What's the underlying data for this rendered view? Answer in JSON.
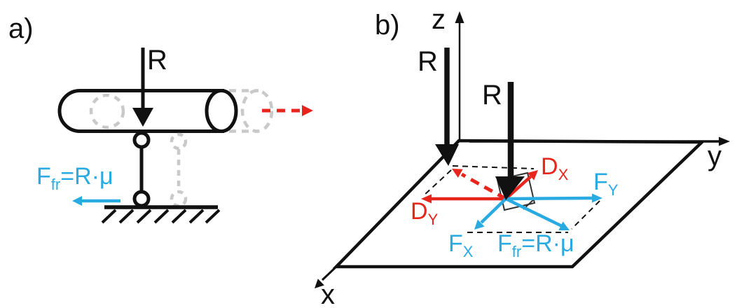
{
  "panel_a": {
    "label": "a)",
    "normal_force_label": "R",
    "friction_formula": {
      "base": "F",
      "sub": "fr",
      "tail": "=R·μ"
    }
  },
  "panel_b": {
    "label": "b)",
    "axis_x_label": "x",
    "axis_y_label": "y",
    "axis_z_label": "z",
    "reaction_left_label": "R",
    "reaction_center_label": "R",
    "displacement_x": {
      "base": "D",
      "sub": "X"
    },
    "displacement_y": {
      "base": "D",
      "sub": "Y"
    },
    "force_x": {
      "base": "F",
      "sub": "X"
    },
    "force_y": {
      "base": "F",
      "sub": "Y"
    },
    "friction_formula": {
      "base": "F",
      "sub": "fr",
      "tail": "=R·μ"
    }
  },
  "colors": {
    "ink": "#111111",
    "accent_red": "#e8251d",
    "accent_cyan": "#29abe2",
    "ghost_gray": "#c9c9c9"
  }
}
